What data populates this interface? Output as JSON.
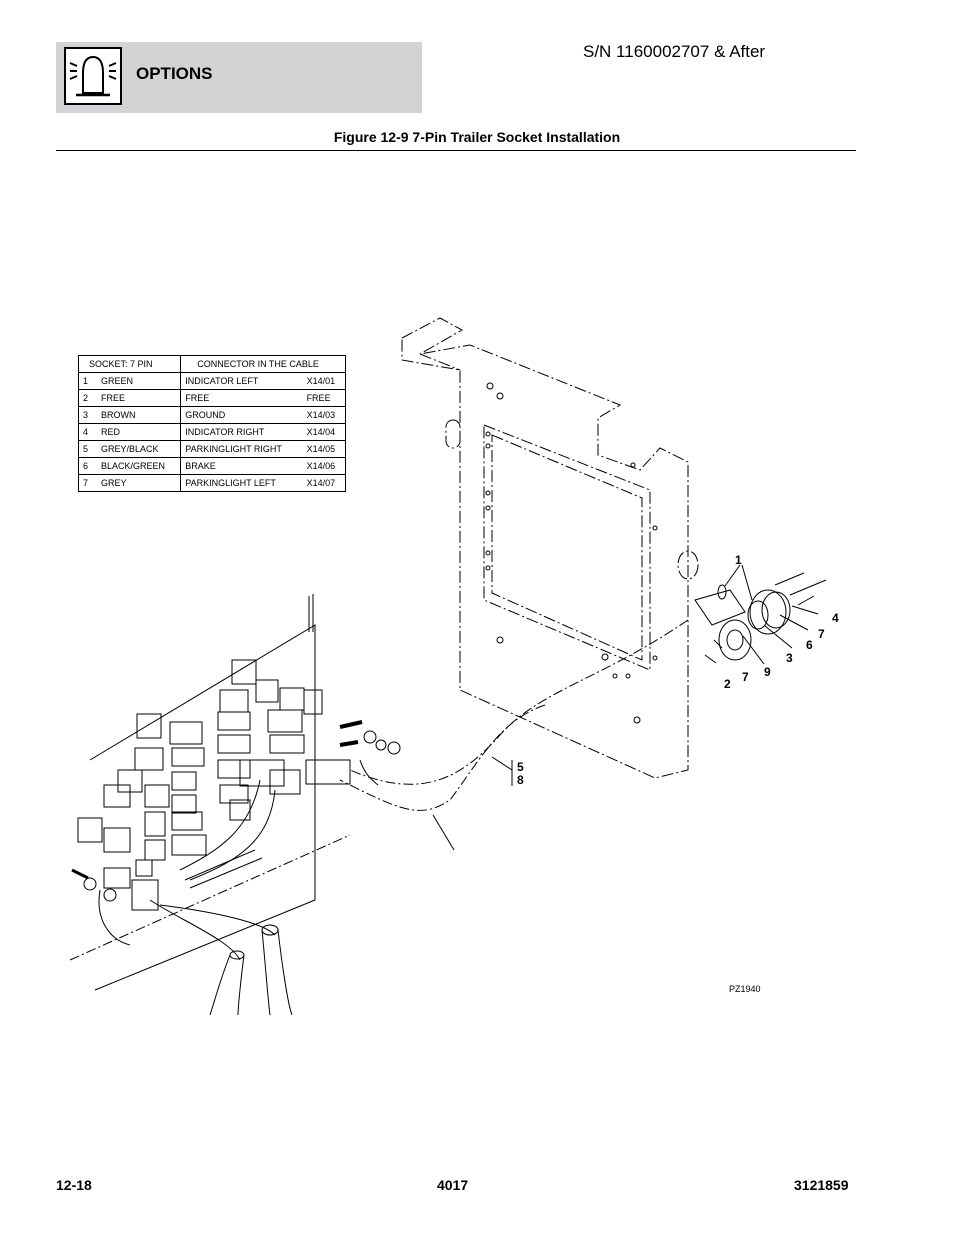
{
  "header": {
    "section": "OPTIONS",
    "serial": "S/N 1160002707 & After",
    "icon": "warning-beacon-icon"
  },
  "figure": {
    "title": "Figure 12-9 7-Pin Trailer Socket Installation",
    "drawing_code": "PZ1940"
  },
  "pin_table": {
    "headers": [
      "SOCKET: 7 PIN",
      "CONNECTOR IN THE CABLE"
    ],
    "rows": [
      {
        "pin": "1",
        "color": "GREEN",
        "function": "INDICATOR LEFT",
        "connector": "X14/01"
      },
      {
        "pin": "2",
        "color": "FREE",
        "function": "FREE",
        "connector": "FREE"
      },
      {
        "pin": "3",
        "color": "BROWN",
        "function": "GROUND",
        "connector": "X14/03"
      },
      {
        "pin": "4",
        "color": "RED",
        "function": "INDICATOR RIGHT",
        "connector": "X14/04"
      },
      {
        "pin": "5",
        "color": "GREY/BLACK",
        "function": "PARKINGLIGHT RIGHT",
        "connector": "X14/05"
      },
      {
        "pin": "6",
        "color": "BLACK/GREEN",
        "function": "BRAKE",
        "connector": "X14/06"
      },
      {
        "pin": "7",
        "color": "GREY",
        "function": "PARKINGLIGHT LEFT",
        "connector": "X14/07"
      }
    ]
  },
  "callouts": {
    "c1": "1",
    "c2": "2",
    "c3": "3",
    "c4": "4",
    "c5": "5",
    "c6": "6",
    "c7a": "7",
    "c7b": "7",
    "c8": "8",
    "c9": "9"
  },
  "footer": {
    "page": "12-18",
    "model": "4017",
    "manual": "3121859"
  }
}
